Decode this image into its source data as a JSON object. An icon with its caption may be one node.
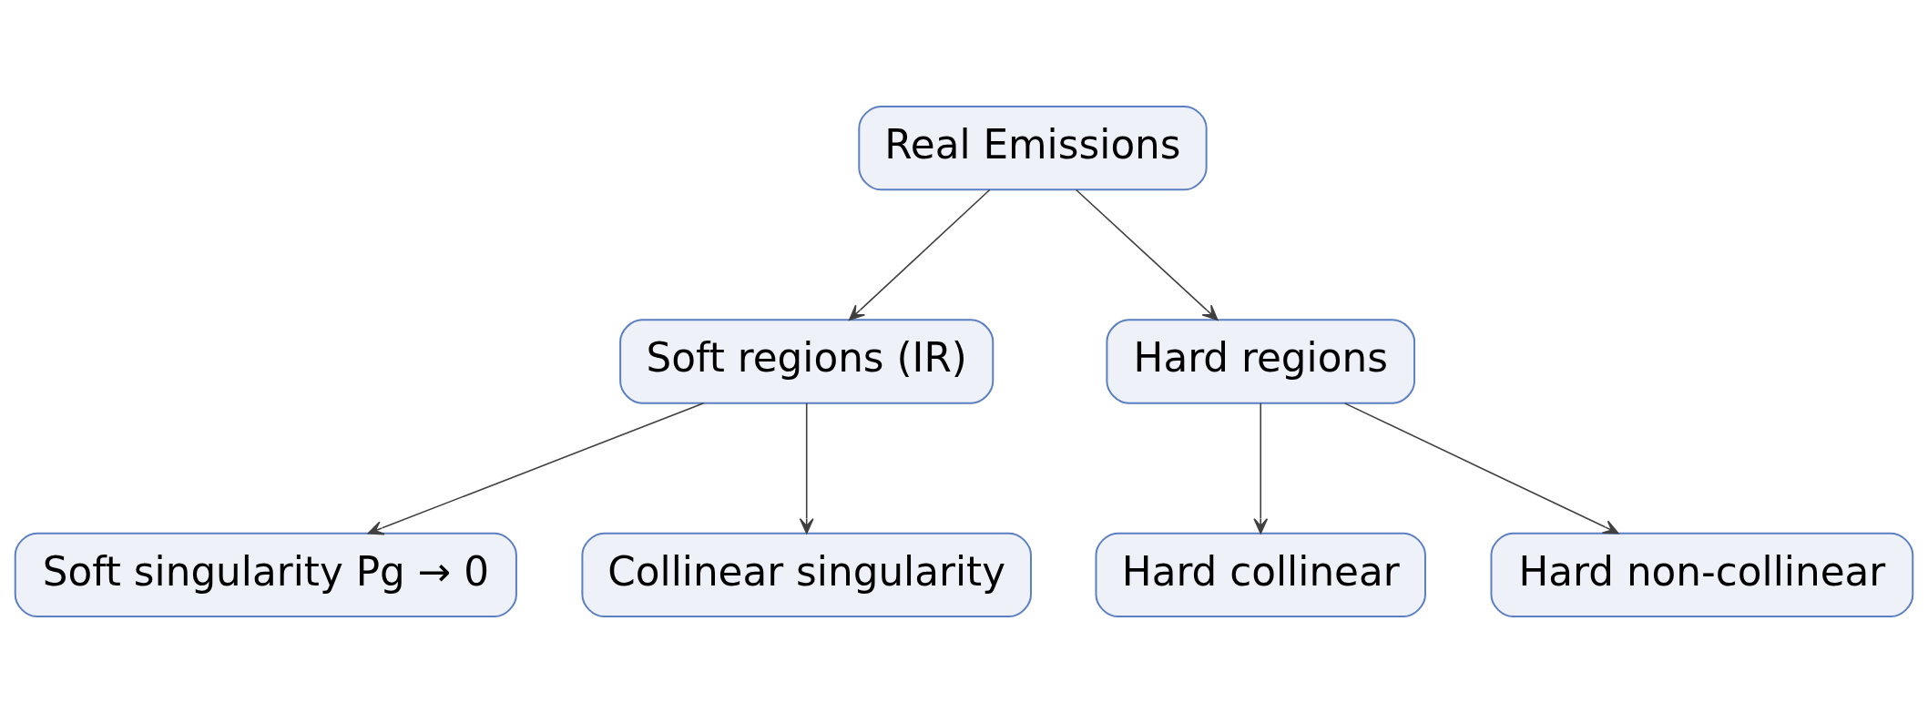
{
  "diagram": {
    "nodes": [
      {
        "text": [
          "Real Emissions"
        ]
      },
      {
        "text": [
          "Soft regions (IR)"
        ]
      },
      {
        "text": [
          "Hard regions"
        ]
      },
      {
        "text": [
          "Soft singularity Pg → 0"
        ]
      },
      {
        "text": [
          "Collinear singularity"
        ]
      },
      {
        "text": [
          "Hard collinear"
        ]
      },
      {
        "text": [
          "Hard non-collinear"
        ]
      }
    ],
    "edges": [
      {
        "from": 0,
        "to": 1,
        "arrow": "to"
      },
      {
        "from": 0,
        "to": 2,
        "arrow": "to"
      },
      {
        "from": 1,
        "to": 3,
        "arrow": "to"
      },
      {
        "from": 1,
        "to": 4,
        "arrow": "to"
      },
      {
        "from": 2,
        "to": 5,
        "arrow": "to"
      },
      {
        "from": 2,
        "to": 6,
        "arrow": "to"
      }
    ]
  }
}
